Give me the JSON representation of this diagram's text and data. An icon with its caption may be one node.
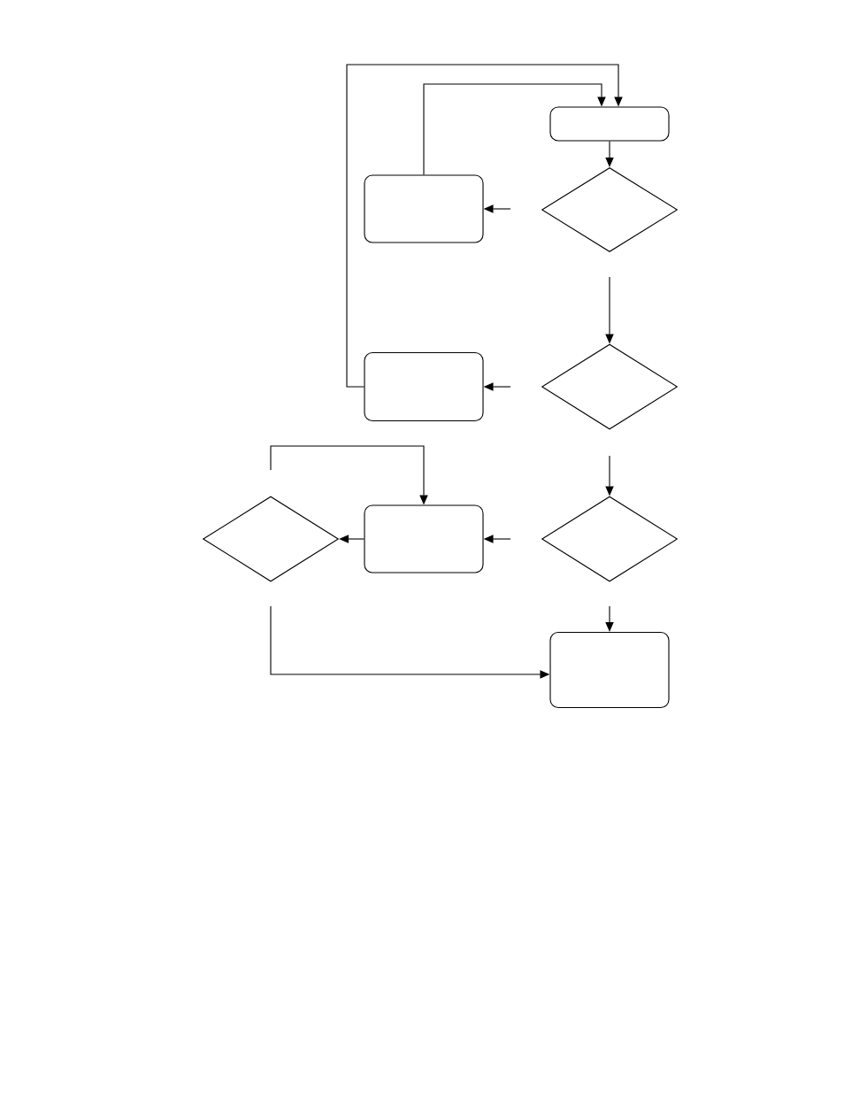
{
  "diagram": {
    "nodes": [
      {
        "text": [],
        "shape": "box"
      },
      {
        "text": [],
        "shape": "diamond"
      },
      {
        "text": [],
        "shape": "box"
      },
      {
        "text": [],
        "shape": "diamond"
      },
      {
        "text": [],
        "shape": "box"
      },
      {
        "text": [],
        "shape": "diamond"
      },
      {
        "text": [],
        "shape": "box"
      },
      {
        "text": [],
        "shape": "diamond"
      },
      {
        "text": [],
        "shape": "box"
      }
    ],
    "edges": [
      {
        "from": 0,
        "to": 1,
        "arrow": "to"
      },
      {
        "from": null,
        "to": 2,
        "arrow": "to"
      },
      {
        "from": null,
        "to": 3,
        "arrow": "to"
      },
      {
        "from": null,
        "to": 4,
        "arrow": "to"
      },
      {
        "from": null,
        "to": 5,
        "arrow": "to"
      },
      {
        "from": null,
        "to": 6,
        "arrow": "to"
      },
      {
        "from": null,
        "to": 8,
        "arrow": "to"
      },
      {
        "from": 6,
        "to": 7,
        "arrow": "to"
      },
      {
        "from": null,
        "to": 6,
        "arrow": "to"
      },
      {
        "from": null,
        "to": 8,
        "arrow": "to"
      },
      {
        "from": 2,
        "to": 0,
        "arrow": "to"
      },
      {
        "from": 4,
        "to": 0,
        "arrow": "to"
      }
    ]
  }
}
